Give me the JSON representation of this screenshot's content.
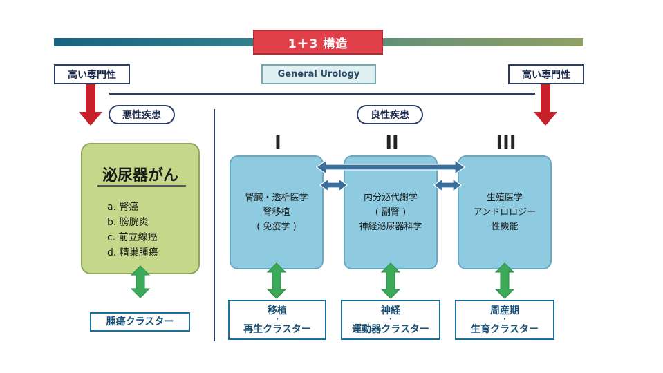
{
  "header": {
    "title": "1＋3 構造",
    "subtitle": "General Urology"
  },
  "specialty": {
    "left": "高い専門性",
    "right": "高い専門性"
  },
  "categories": {
    "malignant": "悪性疾患",
    "benign": "良性疾患"
  },
  "romans": [
    "I",
    "II",
    "III"
  ],
  "cancer": {
    "title": "泌尿器がん",
    "items": [
      "a. 腎癌",
      "b. 膀胱炎",
      "c. 前立線癌",
      "d. 精巣腫瘍"
    ]
  },
  "fields": [
    {
      "lines": [
        "腎臓・透析医学",
        "腎移植",
        "( 免疫学 )"
      ]
    },
    {
      "lines": [
        "内分泌代謝学",
        "( 副腎 )",
        "神経泌尿器科学"
      ]
    },
    {
      "lines": [
        "生殖医学",
        "アンドロロジー",
        "性機能"
      ]
    }
  ],
  "clusters": {
    "tumor": "腫瘍クラスター",
    "transplant": {
      "top": "移植",
      "dot": "・",
      "bottom": "再生クラスター"
    },
    "neuro": {
      "top": "神経",
      "dot": "・",
      "bottom": "運動器クラスター"
    },
    "perinatal": {
      "top": "周産期",
      "dot": "・",
      "bottom": "生育クラスター"
    }
  },
  "colors": {
    "title_red": "#e0404a",
    "arrow_red": "#c7202a",
    "arrow_green": "#3daa5a",
    "arrow_blue": "#3a6f9c",
    "box_blue": "#8fcbe0",
    "box_green": "#c5d78a",
    "navy": "#2c3e66"
  }
}
